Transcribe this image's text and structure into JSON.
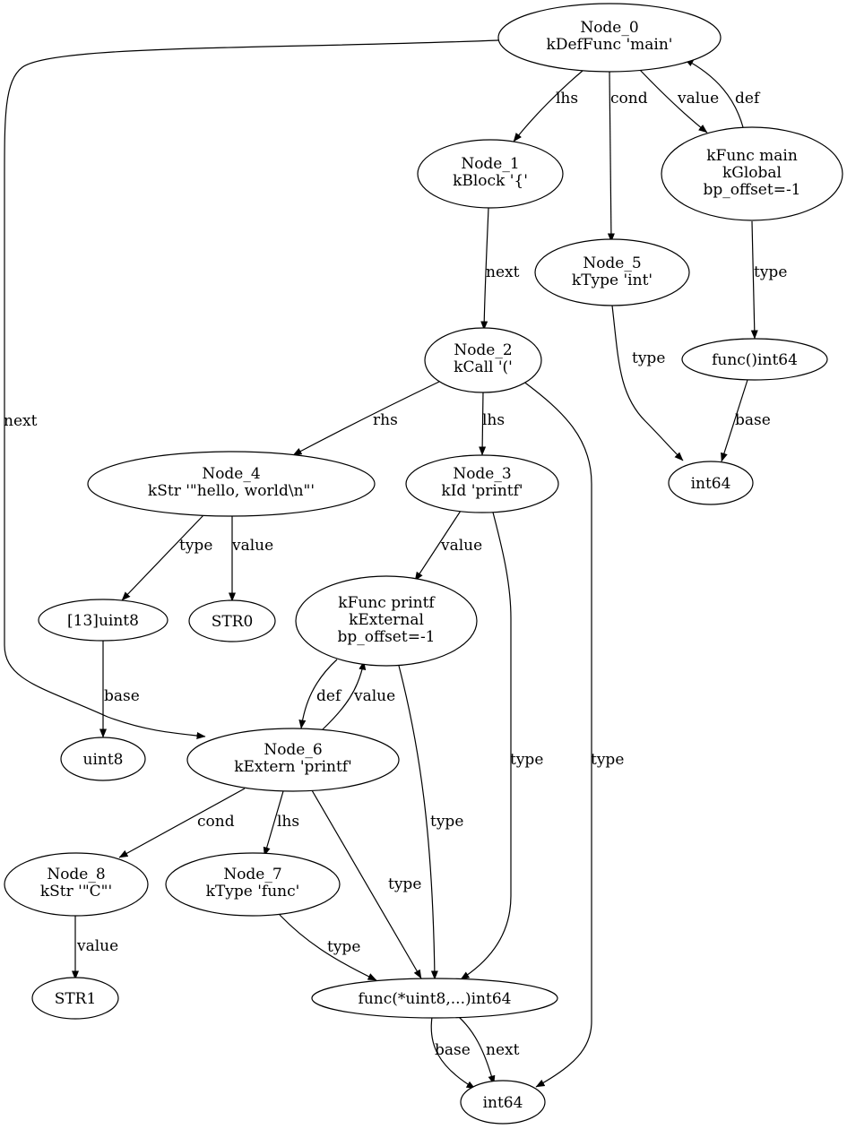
{
  "nodes": {
    "n0": [
      "Node_0",
      "kDefFunc 'main'"
    ],
    "n1": [
      "Node_1",
      "kBlock '{'"
    ],
    "fmain": [
      "kFunc main",
      "kGlobal",
      "bp_offset=-1"
    ],
    "n5": [
      "Node_5",
      "kType 'int'"
    ],
    "n2": [
      "Node_2",
      "kCall '('"
    ],
    "funcint64": [
      "func()int64"
    ],
    "int64a": [
      "int64"
    ],
    "n4": [
      "Node_4",
      "kStr '\"hello, world\\n\"'"
    ],
    "n3": [
      "Node_3",
      "kId 'printf'"
    ],
    "u13": [
      "[13]uint8"
    ],
    "str0": [
      "STR0"
    ],
    "fprintf": [
      "kFunc printf",
      "kExternal",
      "bp_offset=-1"
    ],
    "uint8": [
      "uint8"
    ],
    "n6": [
      "Node_6",
      "kExtern 'printf'"
    ],
    "n8": [
      "Node_8",
      "kStr '\"C\"'"
    ],
    "n7": [
      "Node_7",
      "kType 'func'"
    ],
    "str1": [
      "STR1"
    ],
    "fptr": [
      "func(*uint8,...)int64"
    ],
    "int64b": [
      "int64"
    ]
  },
  "edges": {
    "e_n0_n6": "next",
    "e_n0_n1": "lhs",
    "e_n0_n5": "cond",
    "e_n0_fmain": "value",
    "e_fmain_n0": "def",
    "e_n1_n2": "next",
    "e_fmain_funcint64": "type",
    "e_n5_int64a": "type",
    "e_funcint64_int64a": "base",
    "e_n2_n4": "rhs",
    "e_n2_n3": "lhs",
    "e_n2_int64b": "type",
    "e_n4_u13": "type",
    "e_n4_str0": "value",
    "e_n3_fprintf": "value",
    "e_n3_fptr": "type",
    "e_u13_uint8": "base",
    "e_fprintf_n6": "def",
    "e_n6_fprintf": "value",
    "e_fprintf_fptr": "type",
    "e_n6_n8": "cond",
    "e_n6_n7": "lhs",
    "e_n6_fptr": "type",
    "e_n8_str1": "value",
    "e_n7_fptr": "type",
    "e_fptr_int64b_base": "base",
    "e_fptr_int64b_next": "next"
  }
}
